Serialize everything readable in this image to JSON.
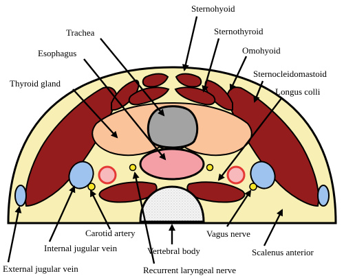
{
  "labels": {
    "sternohyoid": "Sternohyoid",
    "sternothyroid": "Sternothyroid",
    "omohyoid": "Omohyoid",
    "sternocleidomastoid": "Sternocleidomastoid",
    "longus_colli": "Longus colli",
    "trachea": "Trachea",
    "esophagus": "Esophagus",
    "thyroid_gland": "Thyroid gland",
    "carotid_artery": "Carotid artery",
    "internal_jugular_vein": "Internal jugular vein",
    "external_jugular_vein": "External jugular vein",
    "vertebral_body": "Vertebral body",
    "vagus_nerve": "Vagus nerve",
    "recurrent_laryngeal_nerve": "Recurrent laryngeal nerve",
    "scalenus_anterior": "Scalenus anterior"
  },
  "colors": {
    "background_tissue": "#f7efb3",
    "muscle": "#951c1c",
    "thyroid": "#fbc39a",
    "trachea": "#a3a3a3",
    "esophagus": "#f49fa6",
    "vein": "#9dc3ee",
    "artery_fill": "#f7b9bc",
    "artery_ring": "#e53935",
    "nerve": "#f7e628",
    "vertebra": "#e8e8e8"
  }
}
